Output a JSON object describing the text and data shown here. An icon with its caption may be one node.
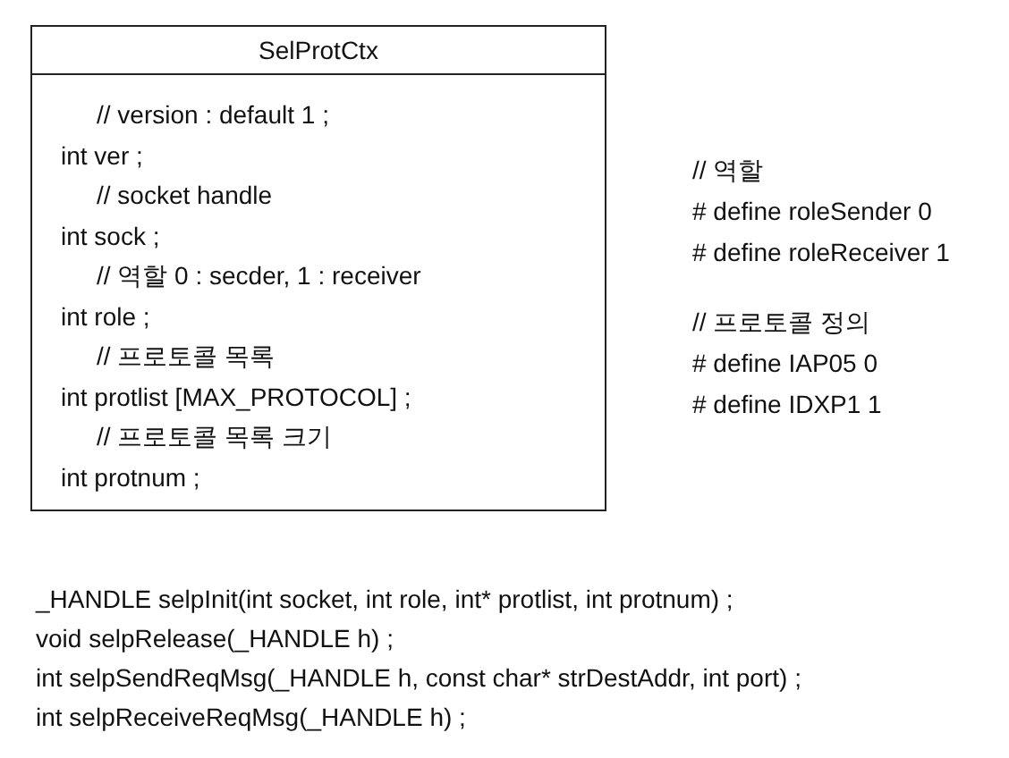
{
  "diagram": {
    "nodes": [
      {
        "text": [
          "SelProtCtx",
          "// version : default 1 ;",
          "int ver ;",
          "// socket handle",
          "int sock ;",
          "// 역할 0 : secder, 1 : receiver",
          "int role ;",
          "// 프로토콜 목록",
          "int protlist [MAX_PROTOCOL] ;",
          "// 프로토콜 목록 크기",
          "int protnum ;"
        ]
      }
    ],
    "labels": [
      "// 역할",
      "# define roleSender 0",
      "# define roleReceiver 1",
      "// 프로토콜 정의",
      "# define IAP05 0",
      "# define IDXP1 1",
      "_HANDLE selpInit(int socket, int role, int* protlist, int protnum) ;",
      "void selpRelease(_HANDLE h) ;",
      "int selpSendReqMsg(_HANDLE h, const char* strDestAddr, int port) ;",
      "int selpReceiveReqMsg(_HANDLE h) ;"
    ]
  }
}
